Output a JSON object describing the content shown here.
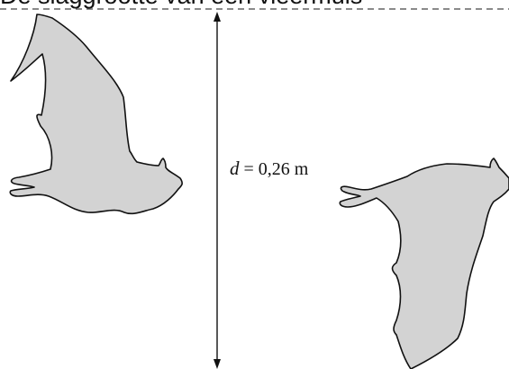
{
  "caption": "De slaggrootte van een vleermuis",
  "distance": {
    "variable": "d",
    "equals_value": " = 0,26 m"
  }
}
